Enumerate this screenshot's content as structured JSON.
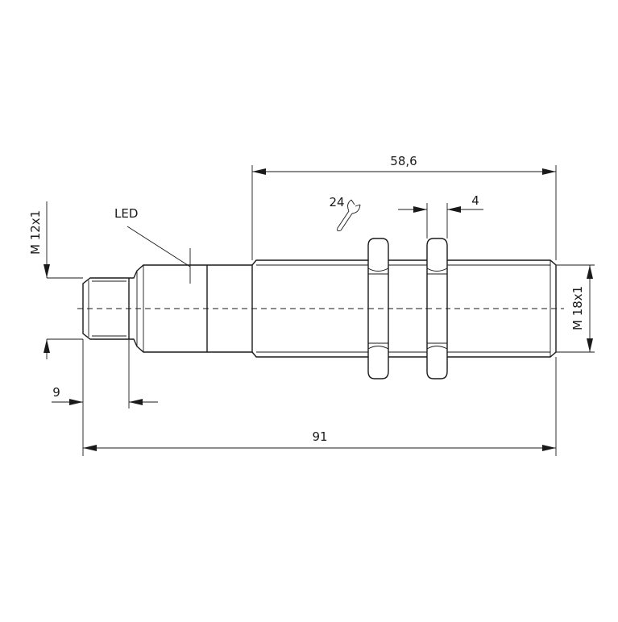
{
  "labels": {
    "led": "LED",
    "thread_small": "M 12x1",
    "thread_large": "M 18x1",
    "wrench_size": "24",
    "dim_threaded_length": "58,6",
    "dim_nut_thickness": "4",
    "dim_connector_length": "9",
    "dim_total_length": "91"
  },
  "icons": {
    "wrench": "open-end-wrench-icon"
  }
}
